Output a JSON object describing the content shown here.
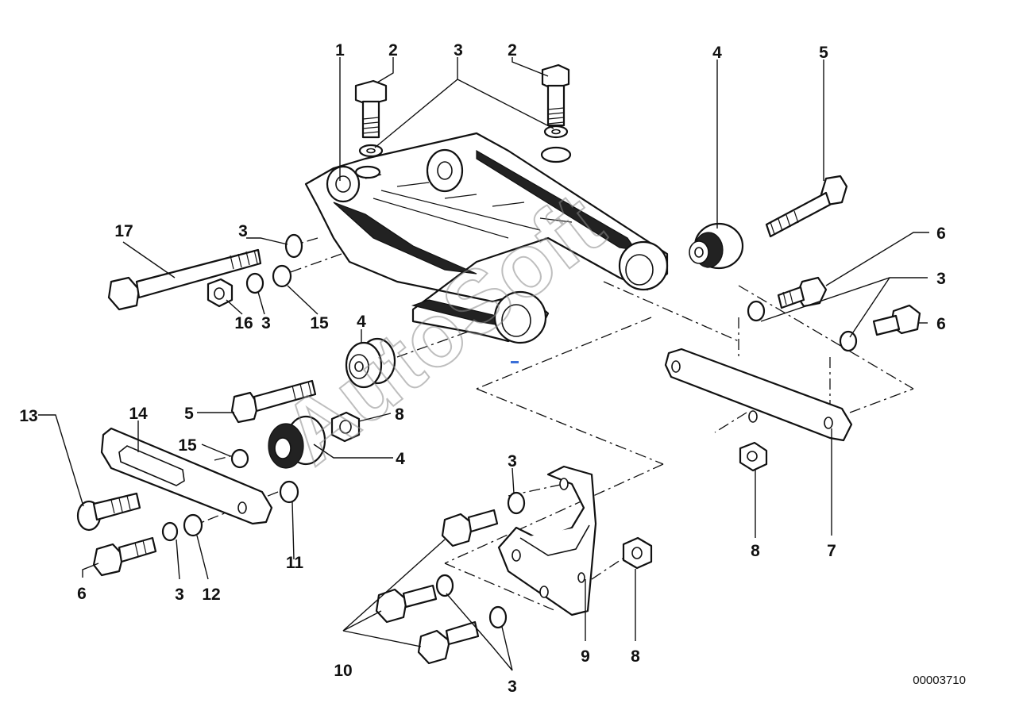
{
  "diagram": {
    "id": "00003710",
    "watermark": "AutoSoft",
    "callouts": {
      "c1": "1",
      "c2a": "2",
      "c2b": "2",
      "c3_top": "3",
      "c4_top": "4",
      "c5_top": "5",
      "c6_right_top": "6",
      "c3_right": "3",
      "c6_right": "6",
      "c17": "17",
      "c3_left": "3",
      "c16": "16",
      "c3_left_b": "3",
      "c15_left": "15",
      "c4_mid": "4",
      "c5_mid": "5",
      "c8_mid": "8",
      "c4_low": "4",
      "c13": "13",
      "c14": "14",
      "c15_low": "15",
      "c11": "11",
      "c6_low": "6",
      "c3_low": "3",
      "c12": "12",
      "c3_bracket": "3",
      "c10": "10",
      "c3_bottom": "3",
      "c9": "9",
      "c8_bottom": "8",
      "c8_right": "8",
      "c7": "7"
    }
  }
}
